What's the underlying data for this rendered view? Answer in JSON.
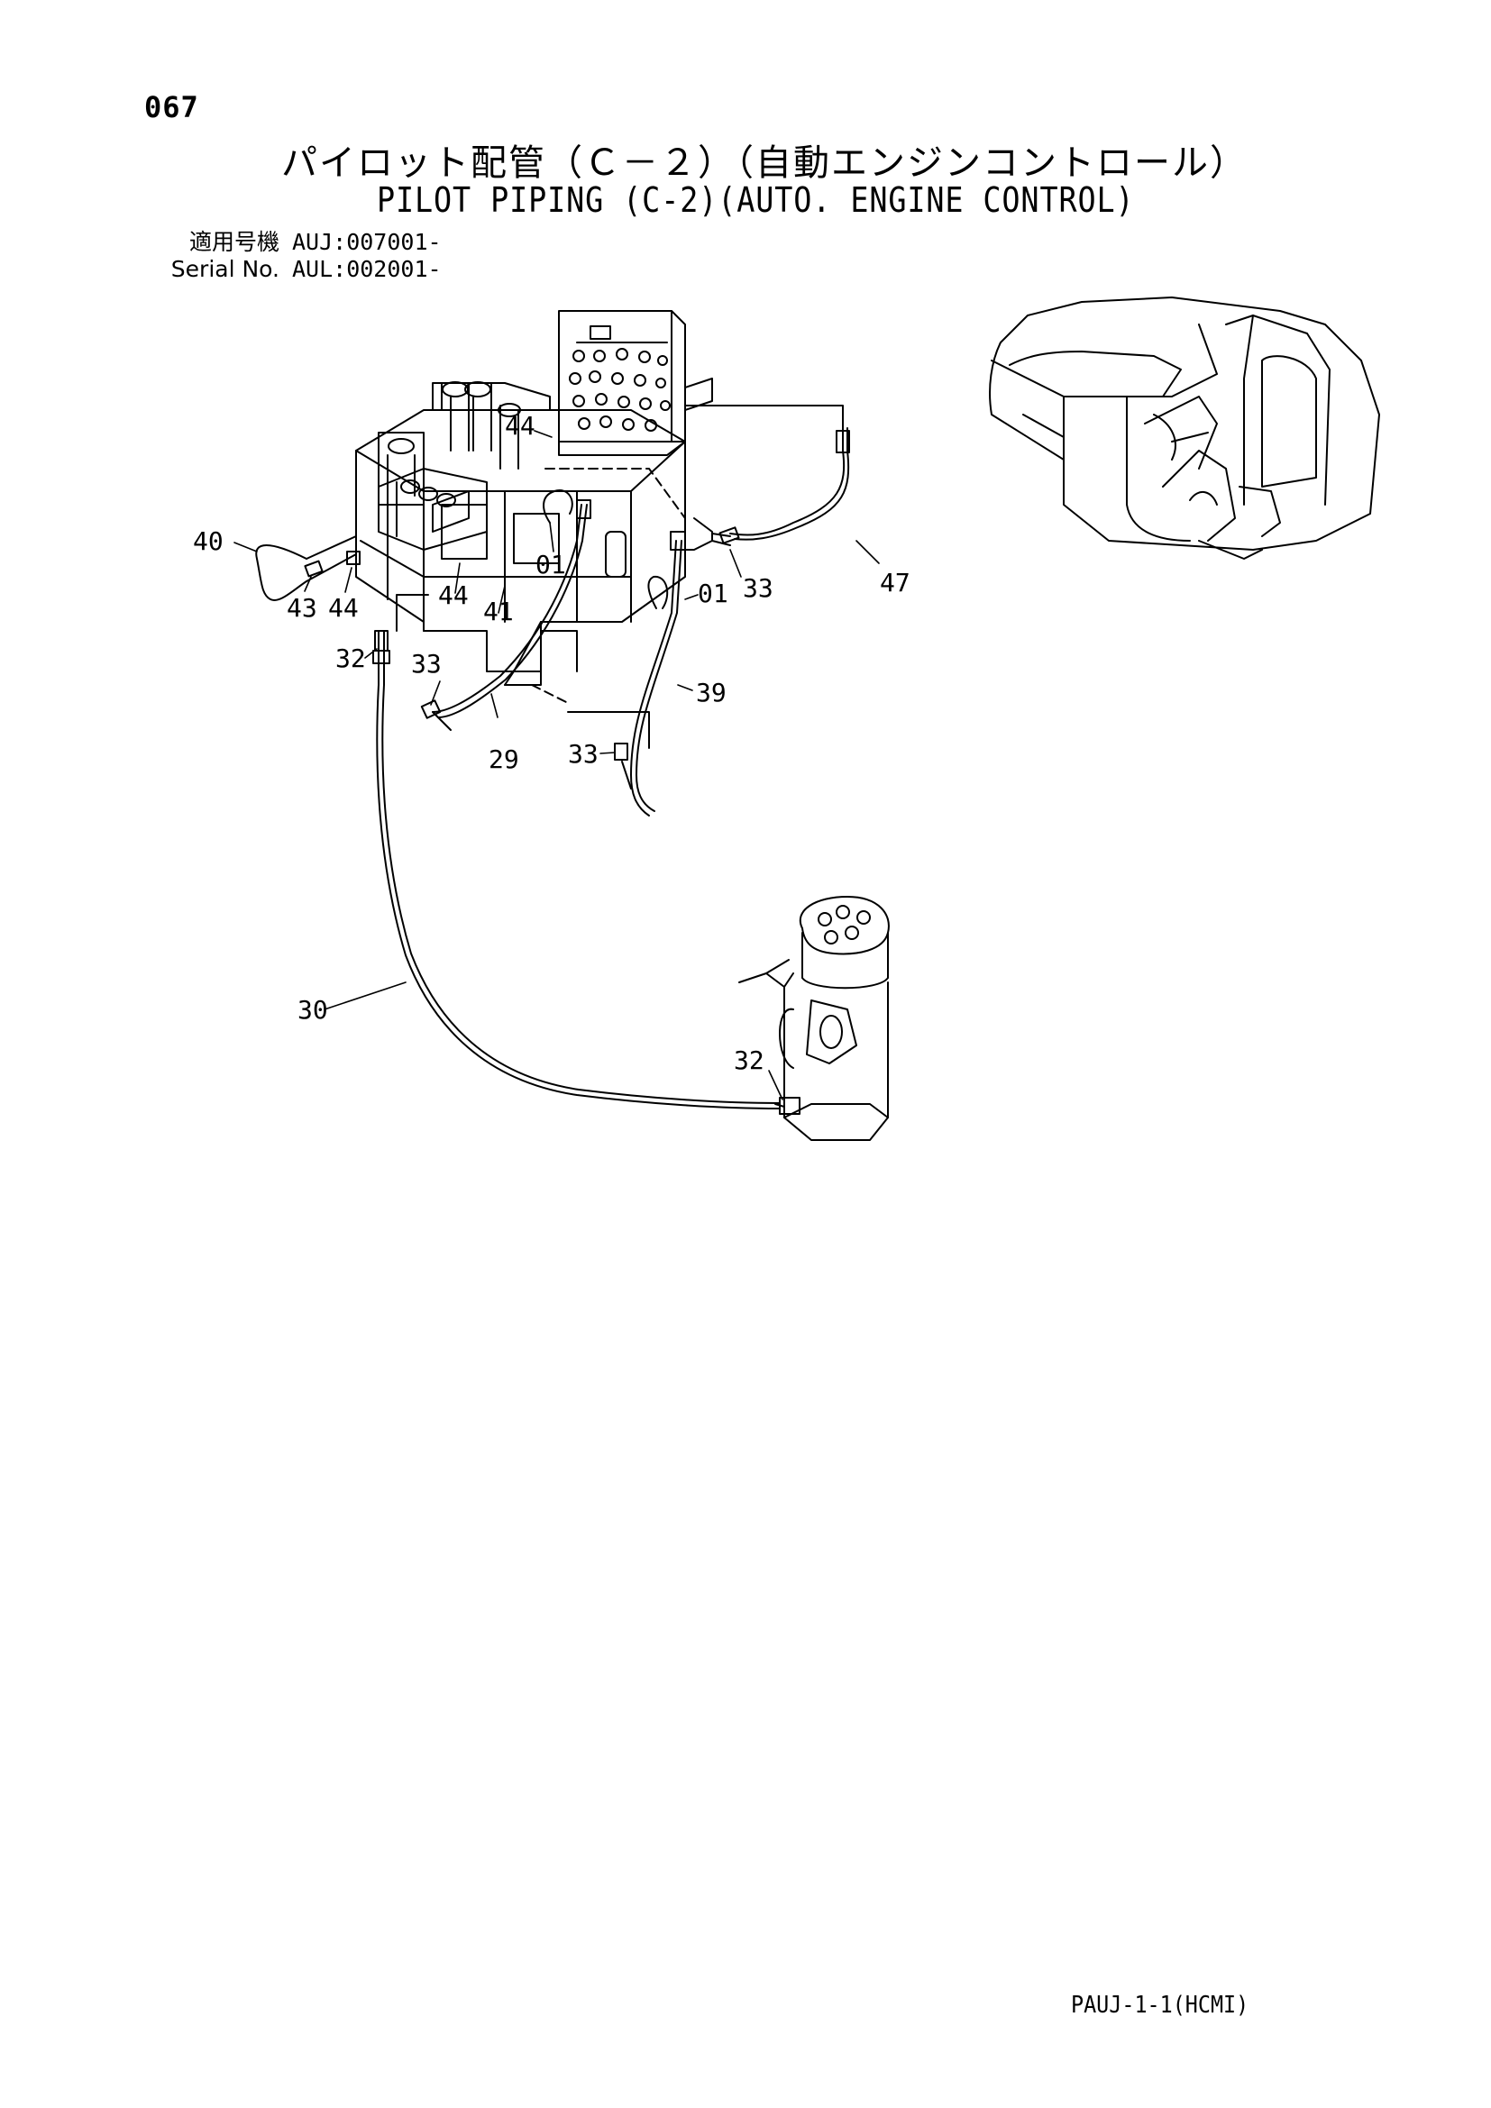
{
  "page_number": "067",
  "title_jp": "パイロット配管（Ｃ－２）（自動エンジンコントロール）",
  "title_en": "PILOT PIPING (C-2)(AUTO. ENGINE CONTROL)",
  "serial": [
    {
      "label": "適用号機",
      "value": "AUJ:007001-"
    },
    {
      "label": "Serial No.",
      "value": "AUL:002001-"
    }
  ],
  "footer_code": "PAUJ-1-1(HCMI)",
  "callouts": {
    "c44a": "44",
    "c40": "40",
    "c43": "43",
    "c44b": "44",
    "c44c": "44",
    "c41": "41",
    "c01a": "01",
    "c01b": "01",
    "c33a": "33",
    "c47": "47",
    "c32a": "32",
    "c33b": "33",
    "c39": "39",
    "c29": "29",
    "c33c": "33",
    "c30": "30",
    "c32b": "32"
  }
}
